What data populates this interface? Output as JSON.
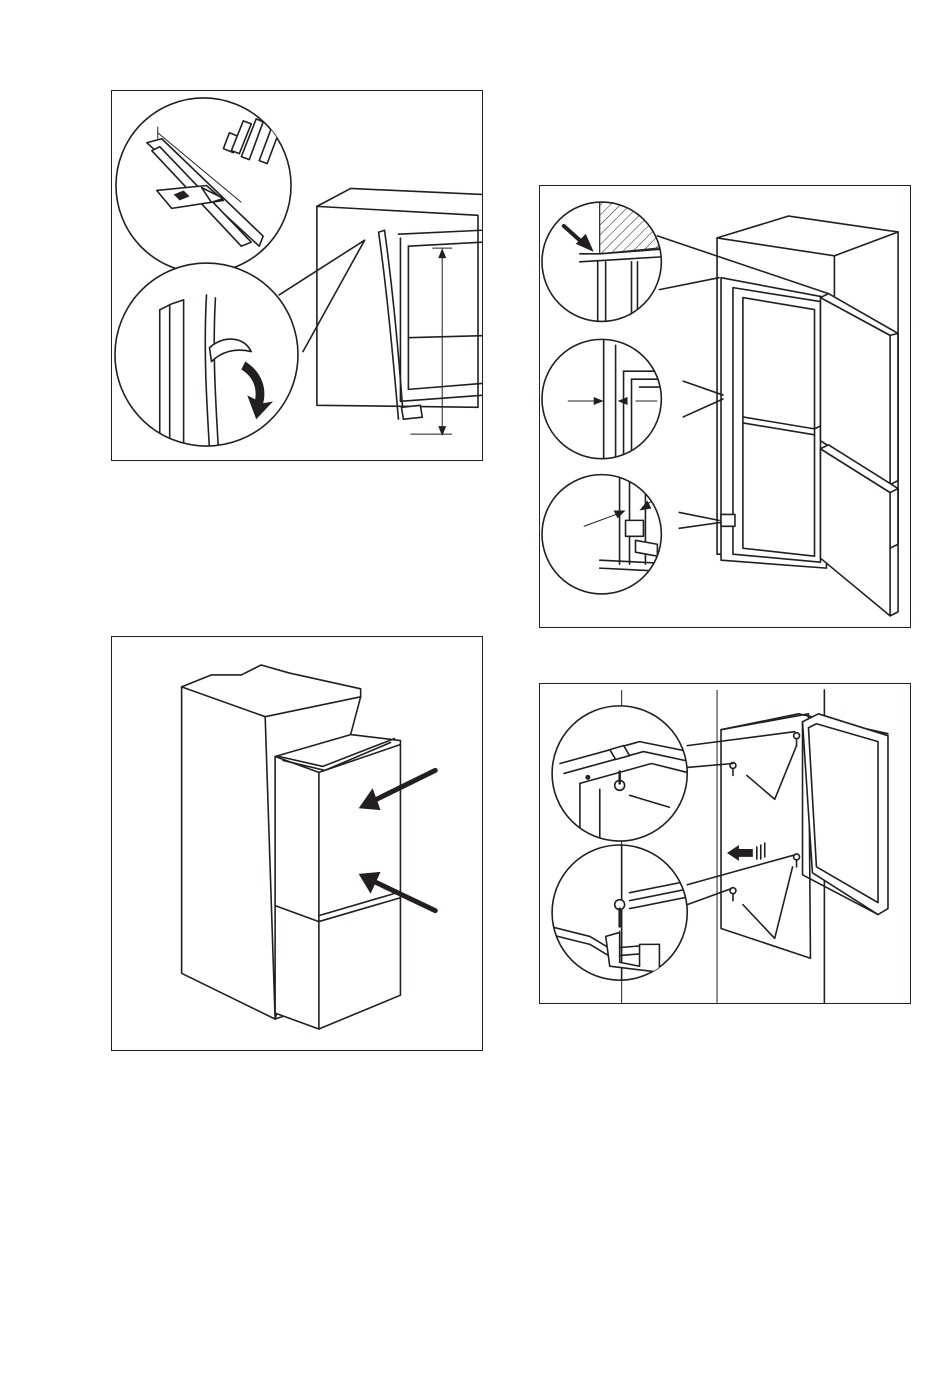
{
  "page": {
    "background": "#ffffff",
    "ink": "#231f20"
  },
  "figures": [
    {
      "id": "fig-seal-strip-cutting",
      "icons": [
        "measuring-rule-icon",
        "cutter-knife-icon",
        "height-dimension-icon",
        "peel-arrow-icon"
      ]
    },
    {
      "id": "fig-push-appliance-into-niche",
      "icons": [
        "push-arrow-icon"
      ]
    },
    {
      "id": "fig-door-alignment-gaps",
      "icons": [
        "pointer-arrow-icon",
        "gap-dimension-icon"
      ]
    },
    {
      "id": "fig-screw-fixing",
      "icons": [
        "screw-icon",
        "slide-arrow-icon"
      ]
    }
  ]
}
